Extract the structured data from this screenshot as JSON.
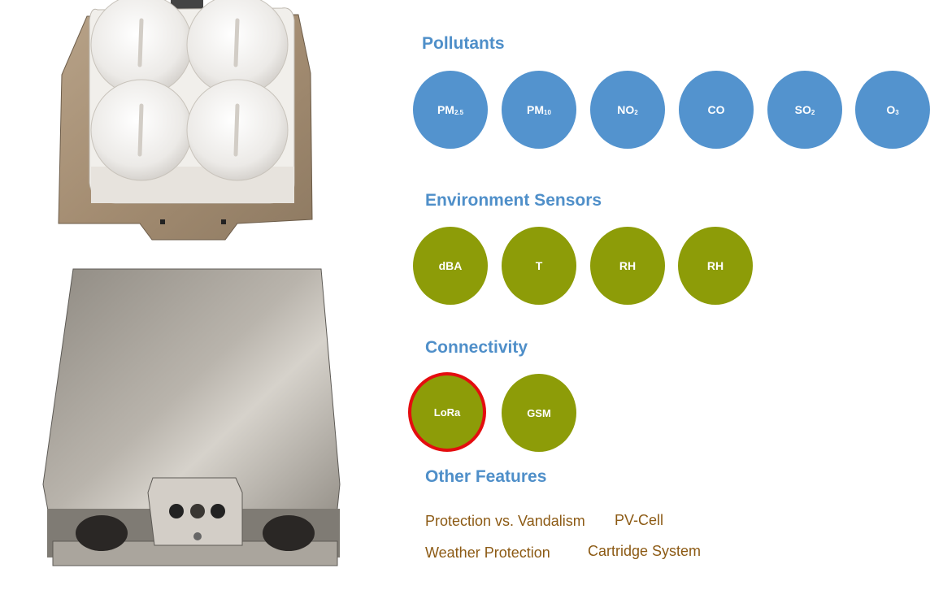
{
  "sections": {
    "pollutants": {
      "title": "Pollutants",
      "items": [
        {
          "base": "PM",
          "sub": "2.5"
        },
        {
          "base": "PM",
          "sub": "10"
        },
        {
          "base": "NO",
          "sub": "2"
        },
        {
          "base": "CO",
          "sub": ""
        },
        {
          "base": "SO",
          "sub": "2"
        },
        {
          "base": "O",
          "sub": "3"
        }
      ]
    },
    "environment": {
      "title": "Environment Sensors",
      "items": [
        "dBA",
        "T",
        "RH",
        "RH"
      ]
    },
    "connectivity": {
      "title": "Connectivity",
      "items": [
        "LoRa",
        "GSM"
      ],
      "highlighted": "LoRa"
    },
    "other": {
      "title": "Other Features",
      "items": [
        "Protection vs. Vandalism",
        "PV-Cell",
        "Weather Protection",
        "Cartridge System"
      ]
    }
  },
  "colors": {
    "heading": "#4f8fc9",
    "pollutant_circle": "#5393ce",
    "sensor_circle": "#8d9c08",
    "highlight_ring": "#e40d0f",
    "feature_text": "#8c5a14"
  },
  "images": {
    "top": "sensor-device-top-view",
    "bottom": "sensor-device-bottom-view"
  }
}
